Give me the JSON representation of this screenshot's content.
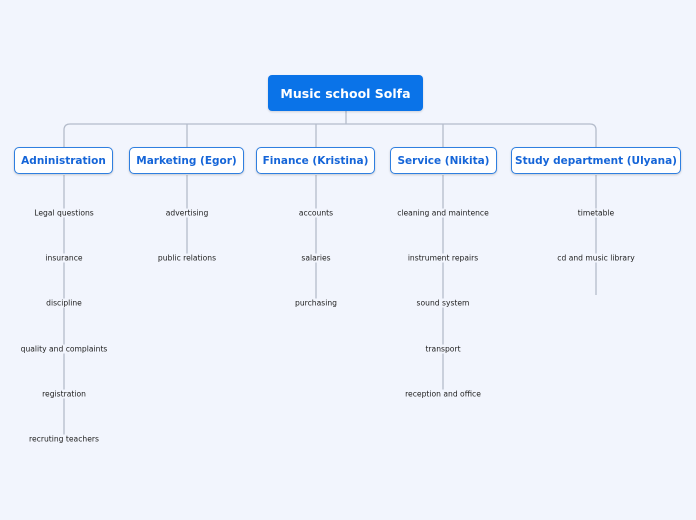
{
  "root": {
    "label": "Music school Solfa"
  },
  "branches": [
    {
      "label": "Adninistration",
      "items": [
        "Legal questions",
        "insurance",
        "discipline",
        "quality and complaints",
        "registration",
        "recruting teachers"
      ]
    },
    {
      "label": "Marketing (Egor)",
      "items": [
        "advertising",
        "public relations"
      ]
    },
    {
      "label": "Finance (Kristina)",
      "items": [
        "accounts",
        "salaries",
        "purchasing"
      ]
    },
    {
      "label": "Service (Nikita)",
      "items": [
        "cleaning and maintence",
        "instrument repairs",
        "sound system",
        "transport",
        "reception and office"
      ]
    },
    {
      "label": "Study department (Ulyana)",
      "items": [
        "timetable",
        "cd and music library"
      ]
    }
  ],
  "colors": {
    "root_fill": "#0a73e8",
    "branch_border": "#2f7fe0",
    "branch_text": "#1565d8",
    "connector": "#b4bccb",
    "background": "#f2f5fd"
  }
}
